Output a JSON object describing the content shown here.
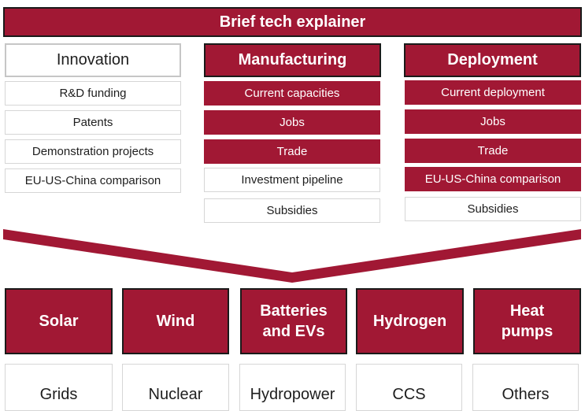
{
  "title": "Brief tech explainer",
  "columns": [
    {
      "header": "Innovation",
      "items": [
        "R&D funding",
        "Patents",
        "Demonstration projects",
        "EU-US-China comparison"
      ]
    },
    {
      "header": "Manufacturing",
      "items": [
        "Current capacities",
        "Jobs",
        "Trade",
        "Investment pipeline",
        "Subsidies"
      ]
    },
    {
      "header": "Deployment",
      "items": [
        "Current deployment",
        "Jobs",
        "Trade",
        "EU-US-China comparison",
        "Subsidies"
      ]
    }
  ],
  "technologies": {
    "primary": [
      "Solar",
      "Wind",
      "Batteries and EVs",
      "Hydrogen",
      "Heat pumps"
    ],
    "secondary": [
      "Grids",
      "Nuclear",
      "Hydropower",
      "CCS",
      "Others"
    ]
  },
  "colors": {
    "accent": "#a11834",
    "border_dark": "#1a1a1a",
    "border_light": "#d6d6d6"
  }
}
